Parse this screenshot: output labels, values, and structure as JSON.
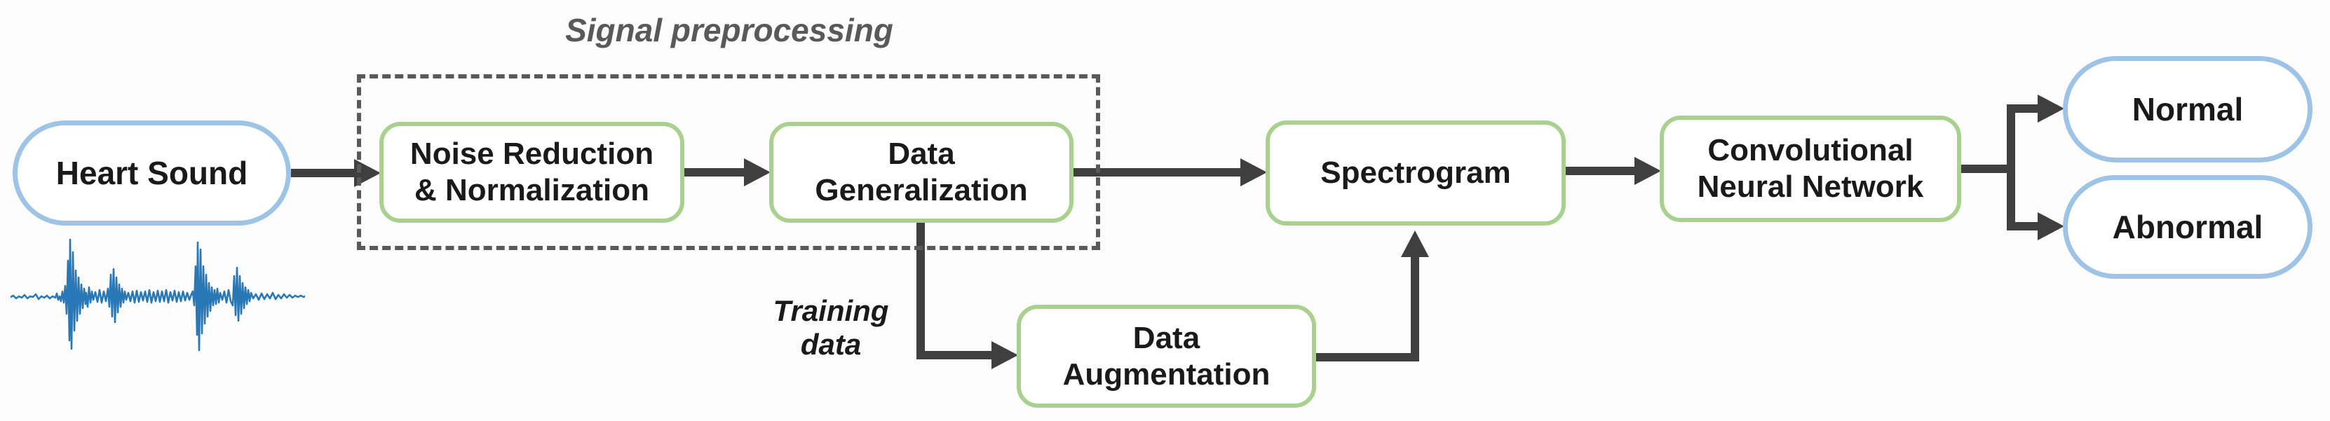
{
  "diagram": {
    "group": {
      "title": "Signal preprocessing"
    },
    "nodes": {
      "heart_sound": {
        "label": "Heart Sound",
        "type": "terminal"
      },
      "noise_reduction": {
        "label": "Noise Reduction\n& Normalization",
        "type": "process"
      },
      "data_generalization": {
        "label": "Data\nGeneralization",
        "type": "process"
      },
      "data_augmentation": {
        "label": "Data\nAugmentation",
        "type": "process"
      },
      "spectrogram": {
        "label": "Spectrogram",
        "type": "process"
      },
      "cnn": {
        "label": "Convolutional\nNeural Network",
        "type": "process"
      },
      "normal": {
        "label": "Normal",
        "type": "terminal"
      },
      "abnormal": {
        "label": "Abnormal",
        "type": "terminal"
      }
    },
    "edge_labels": {
      "training_data": "Training\ndata"
    },
    "icons": {
      "waveform": "heart-sound-waveform-icon"
    },
    "colors": {
      "terminal_border": "#9dc3e6",
      "process_border": "#a9d18e",
      "connector": "#3f3f3f",
      "group_border": "#595959",
      "group_title_color": "#595959",
      "label_color": "#1a1a1a",
      "edge_label_color": "#1a1a1a",
      "waveform_color": "#2878b8",
      "node_fill": "#ffffff",
      "background": "#fcfcfc"
    }
  }
}
